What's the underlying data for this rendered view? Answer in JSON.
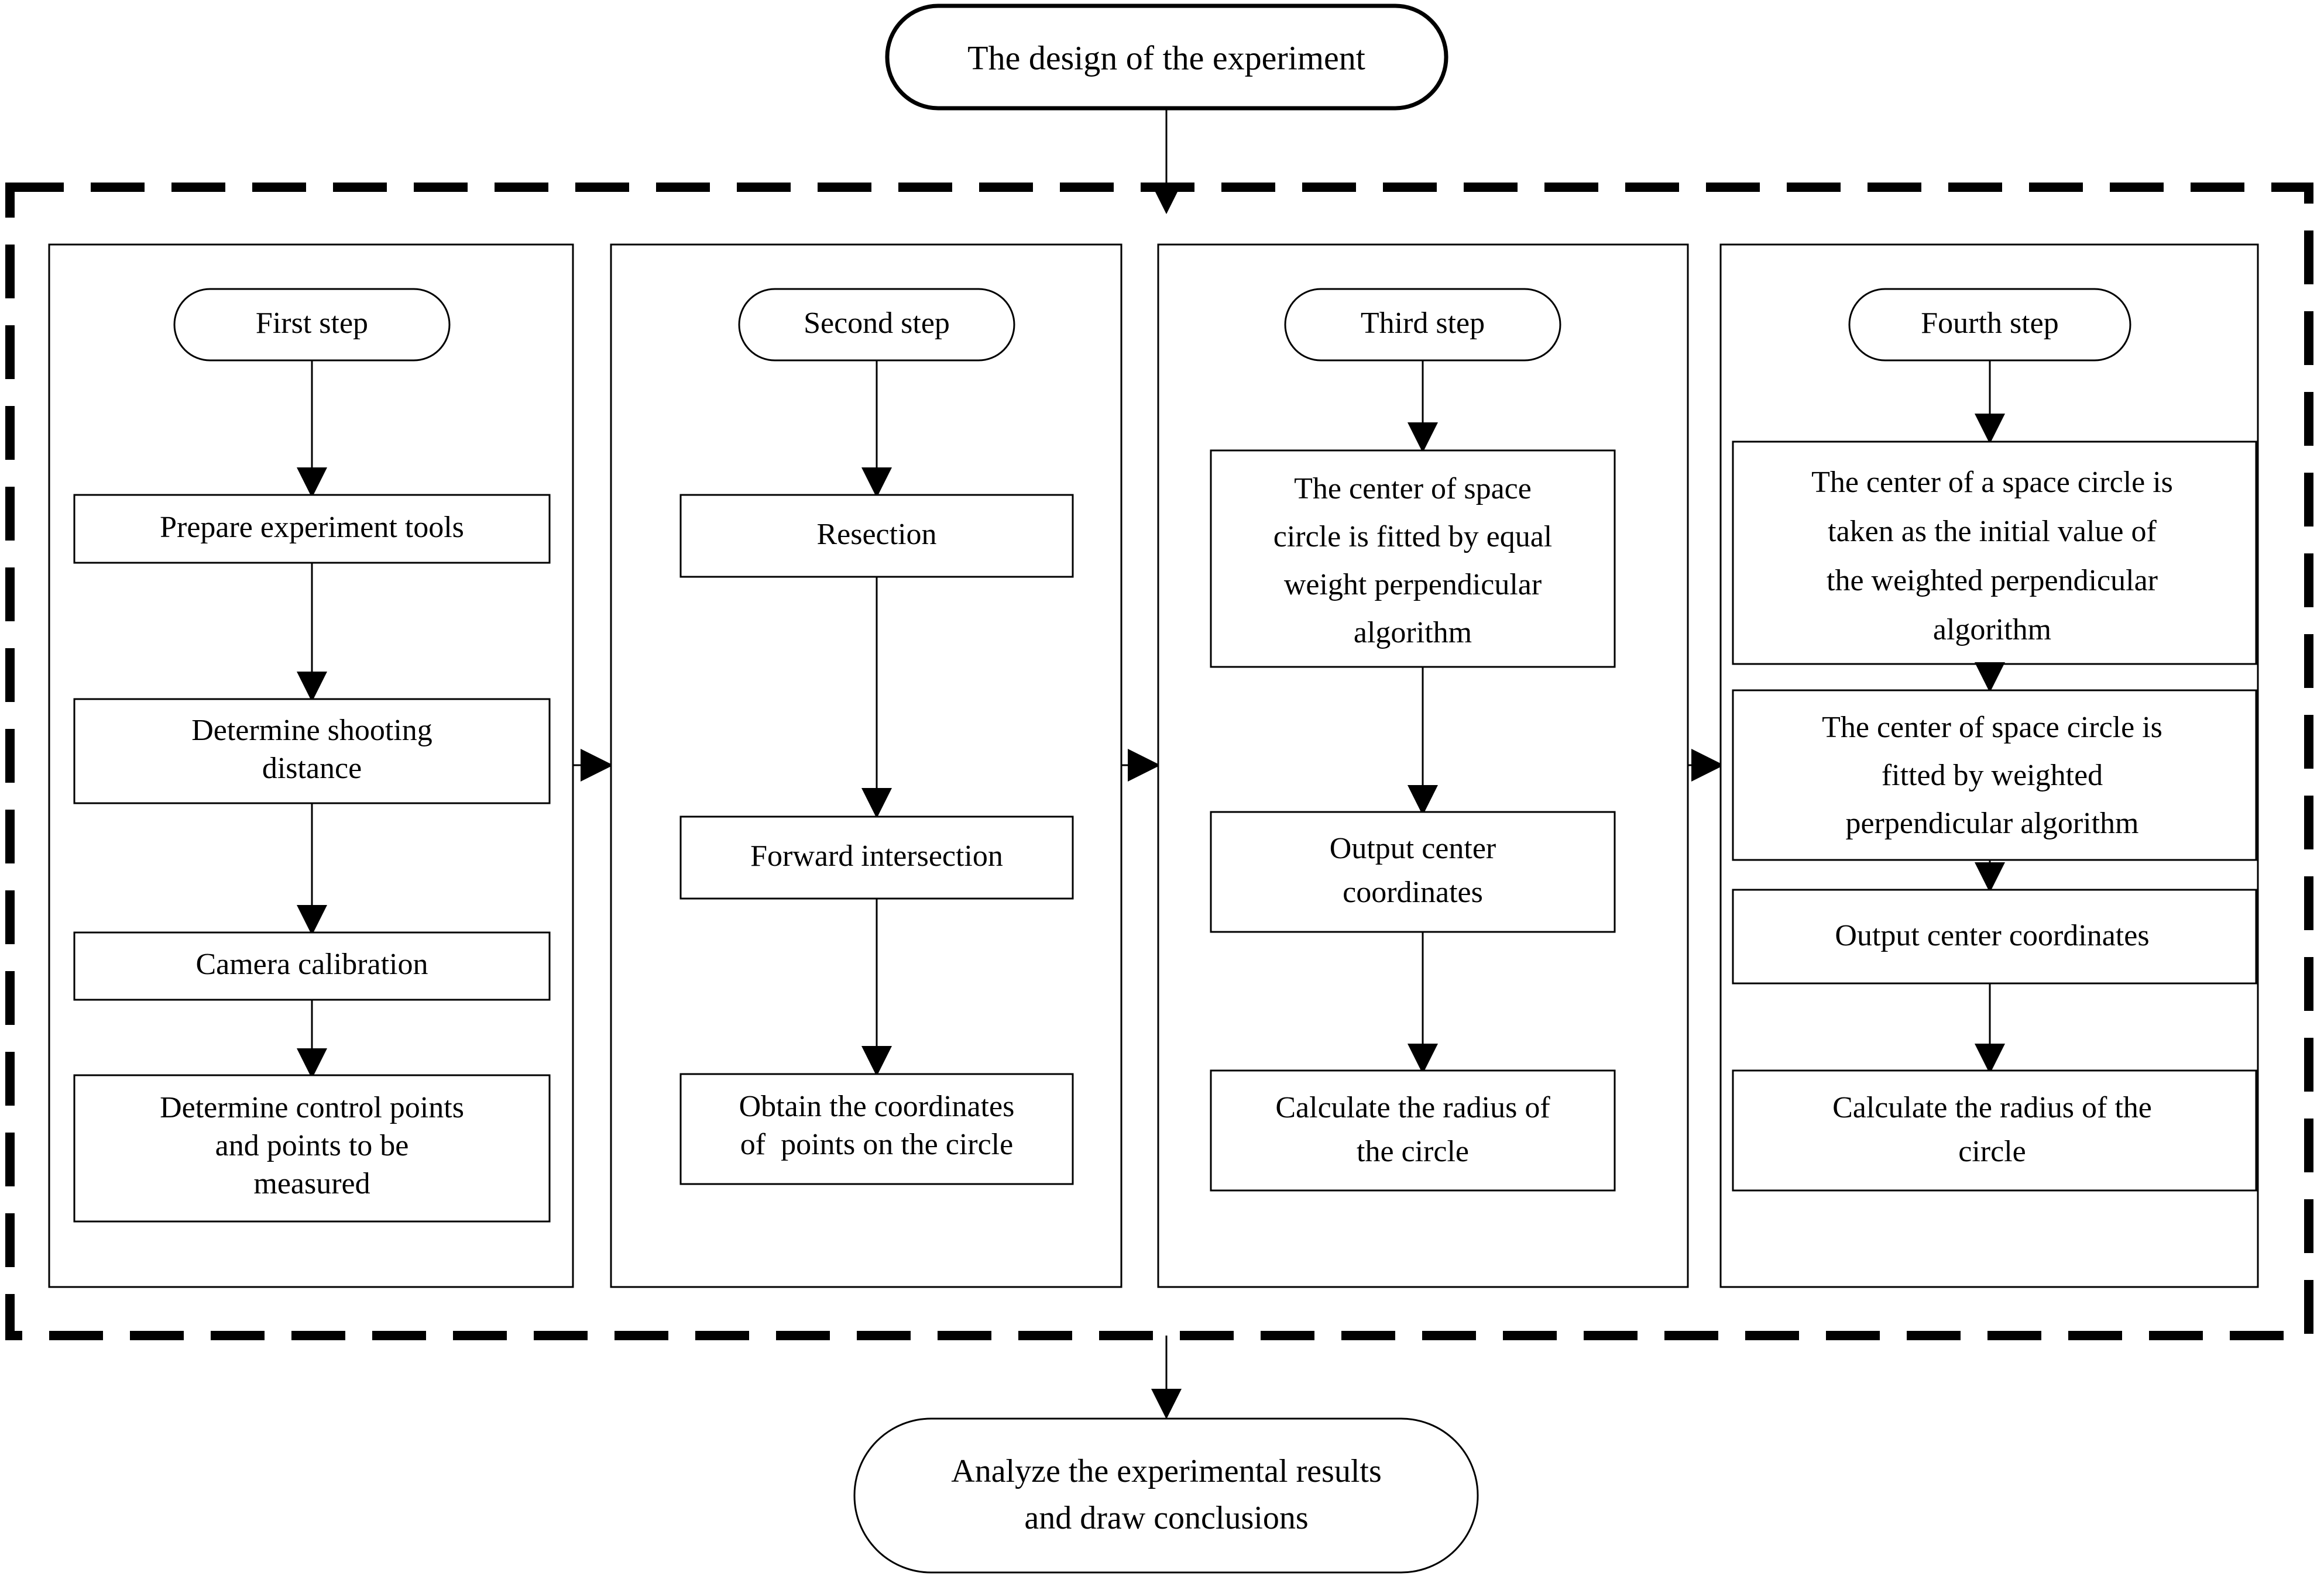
{
  "diagram": {
    "title": "The design of the experiment",
    "conclusion": "Analyze the experimental results\nand draw conclusions",
    "conclusion_lines": [
      "Analyze the experimental results",
      "and draw conclusions"
    ],
    "region_style": "dashed",
    "colors": {
      "stroke": "#000000",
      "fill": "#ffffff",
      "text": "#000000"
    },
    "columns": [
      {
        "step_label": "First step",
        "boxes": [
          {
            "lines": [
              "Prepare experiment tools"
            ]
          },
          {
            "lines": [
              "Determine shooting",
              "distance"
            ]
          },
          {
            "lines": [
              "Camera calibration"
            ]
          },
          {
            "lines": [
              "Determine control points",
              "and points to be",
              "measured"
            ]
          }
        ]
      },
      {
        "step_label": "Second step",
        "boxes": [
          {
            "lines": [
              "Resection"
            ]
          },
          {
            "lines": [
              "Forward intersection"
            ]
          },
          {
            "lines": [
              "Obtain the coordinates",
              "of  points on the circle"
            ]
          }
        ]
      },
      {
        "step_label": "Third step",
        "boxes": [
          {
            "lines": [
              "The center of space",
              "circle is fitted by equal",
              "weight perpendicular",
              "algorithm"
            ]
          },
          {
            "lines": [
              "Output center",
              "coordinates"
            ]
          },
          {
            "lines": [
              "Calculate the radius of",
              "the circle"
            ]
          }
        ]
      },
      {
        "step_label": "Fourth step",
        "boxes": [
          {
            "lines": [
              "The center of a space circle is",
              "taken as the initial value of",
              "the weighted perpendicular",
              "algorithm"
            ]
          },
          {
            "lines": [
              "The center of space circle is",
              "fitted by weighted",
              "perpendicular algorithm"
            ]
          },
          {
            "lines": [
              "Output center coordinates"
            ]
          },
          {
            "lines": [
              "Calculate the radius of the",
              "circle"
            ]
          }
        ]
      }
    ]
  }
}
